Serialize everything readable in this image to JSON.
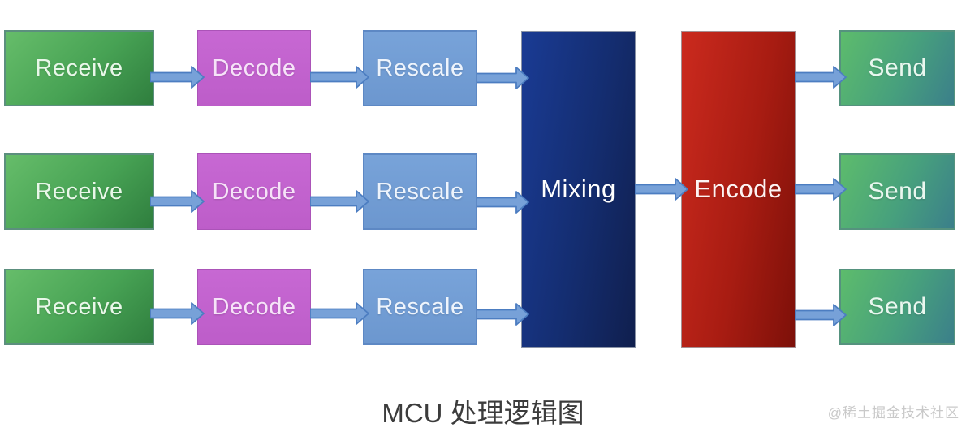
{
  "diagram": {
    "title": "MCU 处理逻辑图",
    "watermark": "@稀土掘金技术社区",
    "nodes": {
      "receive": {
        "label": "Receive",
        "color": "#47a254"
      },
      "decode": {
        "label": "Decode",
        "color": "#c163cd"
      },
      "rescale": {
        "label": "Rescale",
        "color": "#6f9bd3"
      },
      "mixing": {
        "label": "Mixing",
        "color": "#142d70"
      },
      "encode": {
        "label": "Encode",
        "color": "#a81c12"
      },
      "send": {
        "label": "Send",
        "color": "#47a07d"
      }
    },
    "arrow_color": "#77a1d8"
  }
}
